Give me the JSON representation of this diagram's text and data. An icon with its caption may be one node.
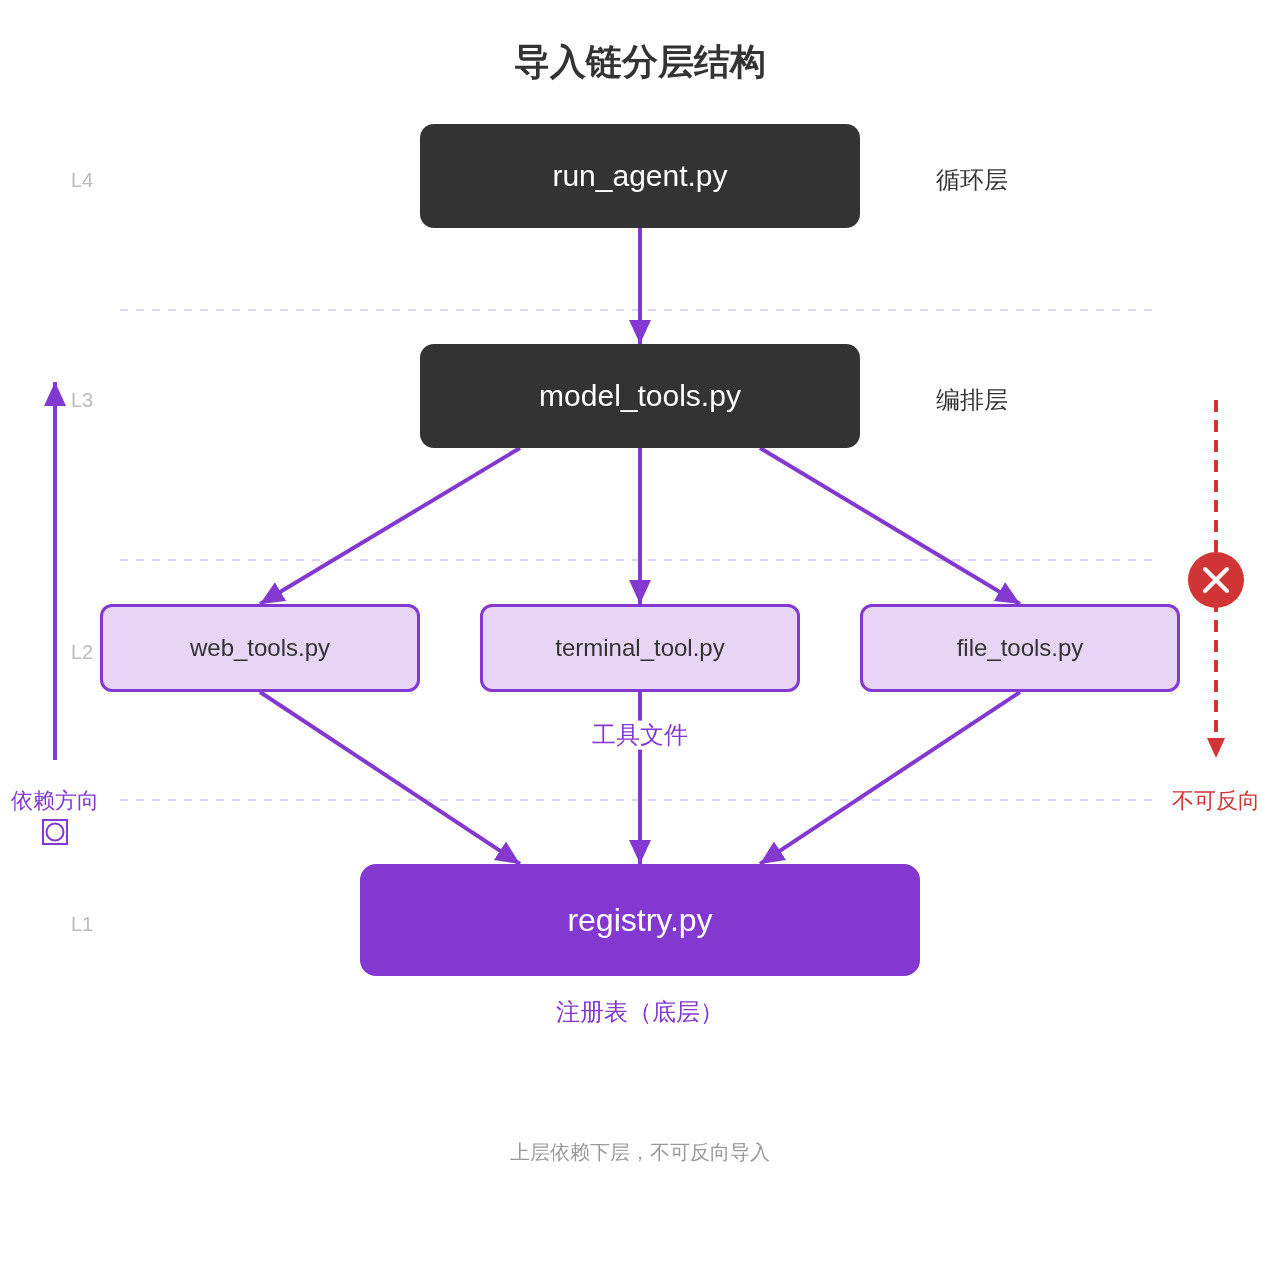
{
  "diagram": {
    "title": "导入链分层结构",
    "nodes": [
      {
        "text": [
          "run_agent.py"
        ],
        "beside": [
          "循环层"
        ]
      },
      {
        "text": [
          "model_tools.py"
        ],
        "beside": [
          "编排层"
        ]
      },
      {
        "text": [
          "web_tools.py"
        ]
      },
      {
        "text": [
          "terminal_tool.py"
        ]
      },
      {
        "text": [
          "file_tools.py"
        ]
      },
      {
        "text": [
          "registry.py"
        ],
        "beside": [
          "注册表（底层）"
        ]
      }
    ],
    "edges": [
      {
        "from": 0,
        "to": 1,
        "arrow": "to"
      },
      {
        "from": 1,
        "to": 2,
        "arrow": "to"
      },
      {
        "from": 1,
        "to": 3,
        "arrow": "to"
      },
      {
        "from": 1,
        "to": 4,
        "arrow": "to"
      },
      {
        "from": 2,
        "to": 5,
        "arrow": "to"
      },
      {
        "from": 3,
        "to": 5,
        "arrow": "to"
      },
      {
        "from": 4,
        "to": 5,
        "arrow": "to"
      }
    ],
    "labels": [
      "L4",
      "L3",
      "L2",
      "工具文件",
      "依赖方向",
      "不可反向",
      "L1"
    ],
    "caption": "上层依赖下层，不可反向导入"
  }
}
